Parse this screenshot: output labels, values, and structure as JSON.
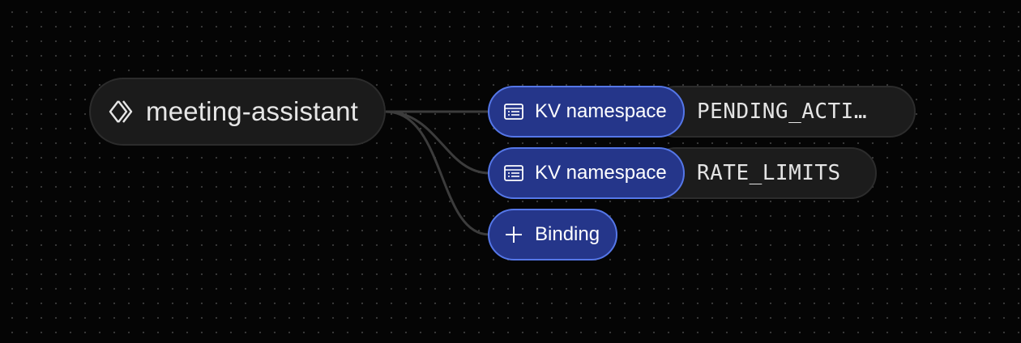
{
  "worker": {
    "name": "meeting-assistant",
    "icon": "code-brackets-icon"
  },
  "bindings": [
    {
      "type_label": "KV namespace",
      "icon": "namespace-list-icon",
      "name": "PENDING_ACTI…"
    },
    {
      "type_label": "KV namespace",
      "icon": "namespace-list-icon",
      "name": "RATE_LIMITS"
    }
  ],
  "add_binding": {
    "label": "Binding",
    "icon": "plus-icon"
  },
  "colors": {
    "background": "#050505",
    "pill_fill": "#25368a",
    "pill_border": "#5577e8",
    "node_fill": "#1b1b1b",
    "connector": "#3c3c3c"
  }
}
